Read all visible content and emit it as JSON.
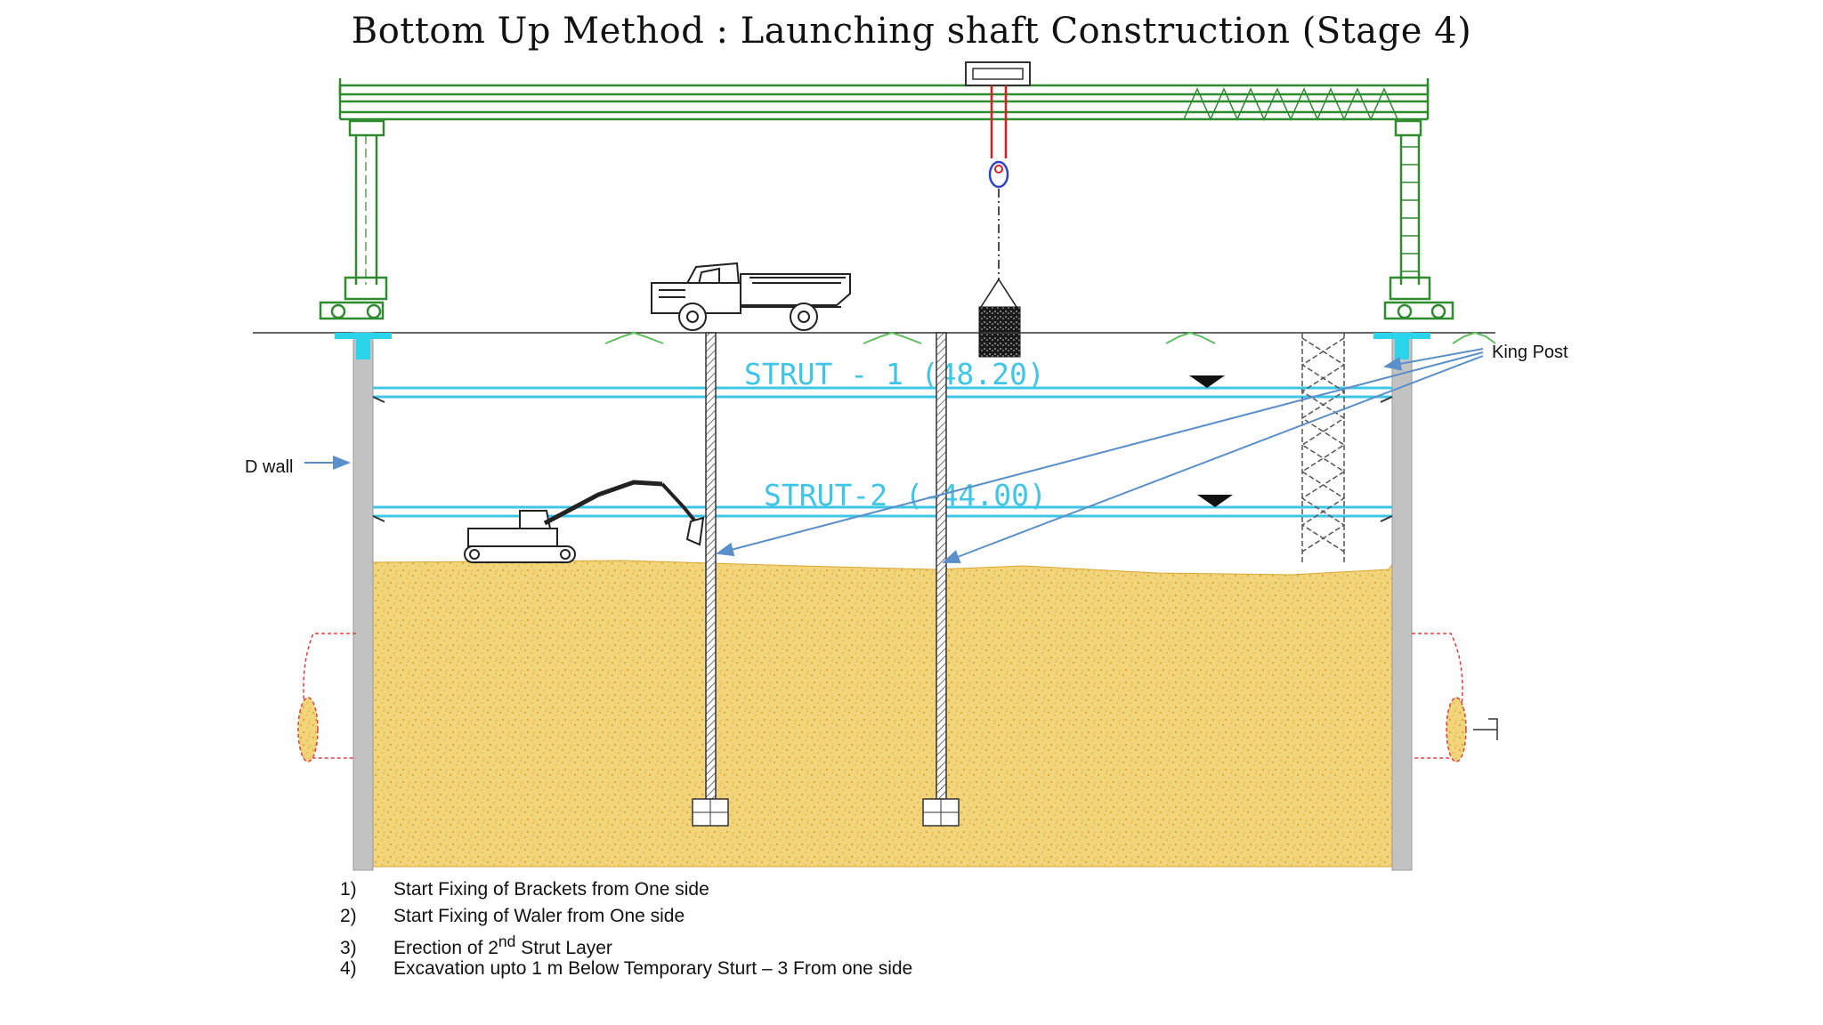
{
  "title": "Bottom Up Method : Launching shaft Construction (Stage 4)",
  "strut_labels": {
    "strut1": "STRUT  -  1  (48.20)",
    "strut2": "STRUT-2    (-44.00)"
  },
  "callouts": {
    "king_post": "King Post",
    "d_wall": "D wall"
  },
  "steps": [
    {
      "num": "1)",
      "text": "Start Fixing of Brackets from One side"
    },
    {
      "num": "2)",
      "text": "Start Fixing of Waler from One side"
    },
    {
      "num": "3)",
      "pre": "Erection of 2",
      "sup": "nd",
      "post": " Strut Layer"
    },
    {
      "num": "4)",
      "text": "Excavation upto 1 m Below Temporary Sturt – 3 From one side"
    }
  ],
  "colors": {
    "gantry": "#2e8b2e",
    "strut": "#3fc6e6",
    "soil": "#f0cf6e",
    "d_wall": "#c2c2c2",
    "callout_arrow": "#5b8fc9",
    "hook_cable": "#d42020"
  }
}
